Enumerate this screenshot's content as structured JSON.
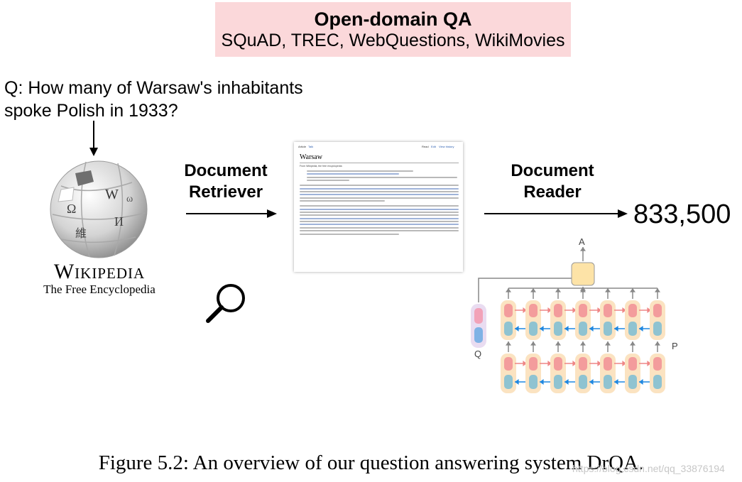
{
  "header": {
    "title": "Open-domain QA",
    "datasets": "SQuAD, TREC, WebQuestions, WikiMovies"
  },
  "question": {
    "text": "Q:  How many of Warsaw's inhabitants spoke Polish in 1933?"
  },
  "knowledge_source": {
    "name": "Wikipedia",
    "tagline": "The Free Encyclopedia",
    "globe_glyphs": [
      "W",
      "Ω",
      "維",
      "И",
      "ω"
    ]
  },
  "retriever": {
    "label_line1": "Document",
    "label_line2": "Retriever",
    "icon": "magnifier-icon"
  },
  "article": {
    "title": "Warsaw",
    "from_line": "From Wikipedia, the free encyclopedia",
    "tabs": [
      "Article",
      "Talk",
      "Read",
      "Edit",
      "View history"
    ]
  },
  "reader": {
    "label_line1": "Document",
    "label_line2": "Reader",
    "output_label": "A",
    "question_label": "Q",
    "paragraph_label": "P",
    "colors": {
      "forward": "#f39c9c",
      "backward": "#8fc3d1",
      "cell": "#fbe3c1",
      "output": "#fde3a7",
      "question_cell": "#e9dcf1",
      "question_top": "#f2a2b8",
      "question_bottom": "#7fb2e5",
      "arrow_forward": "#ef8686",
      "arrow_backward": "#1f87e0"
    }
  },
  "answer": {
    "value": "833,500"
  },
  "caption": {
    "text": "Figure 5.2:  An overview of our question answering system DrQA."
  },
  "watermark": {
    "text": "https://blog.csdn.net/qq_33876194"
  }
}
